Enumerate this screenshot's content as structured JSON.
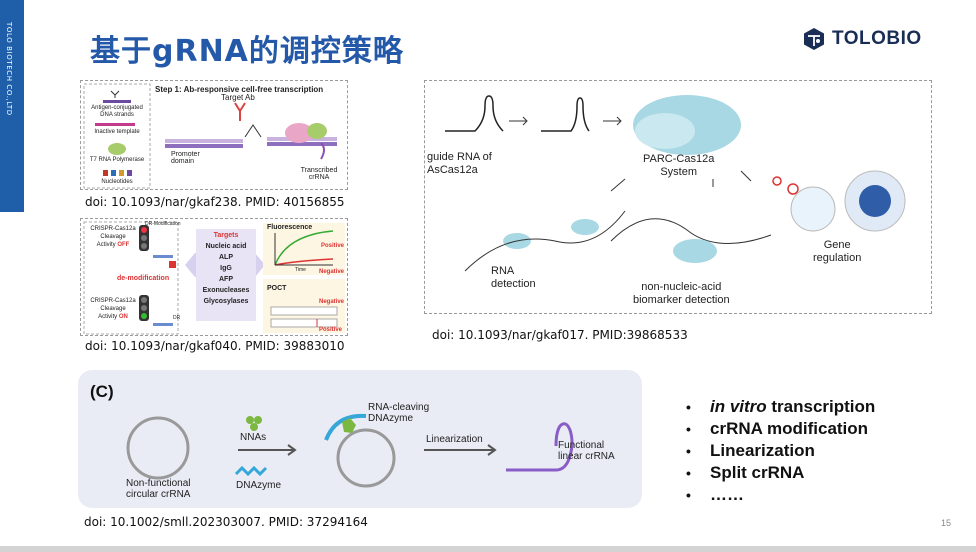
{
  "slide": {
    "sidebar_text": "TOLO BIOTECH CO.,LTD",
    "title": "基于gRNA的调控策略",
    "logo_text": "TOLOBIO",
    "page_number": "15"
  },
  "figures": {
    "fig1": {
      "step_title": "Step 1: Ab-responsive cell-free transcription",
      "legend": [
        "Antigen-conjugated DNA strands",
        "Inactive template",
        "T7 RNA Polymerase",
        "Nucleotides"
      ],
      "labels": {
        "target_ab": "Target Ab",
        "promoter": "Promoter domain",
        "transcribed": "Transcribed crRNA"
      },
      "doi": "doi: 10.1093/nar/gkaf238. PMID: 40156855"
    },
    "fig2": {
      "left_top": [
        "CRISPR-Cas12a",
        "Cleavage",
        "Activity"
      ],
      "off": "OFF",
      "on": "ON",
      "dr_mod": "DR-Modification",
      "dr": "DR",
      "demod": "de-modification",
      "targets_title": "Targets",
      "targets": [
        "Nucleic acid",
        "ALP",
        "IgG",
        "AFP",
        "Exonucleases",
        "Glycosylases"
      ],
      "fluorescence": "Fluorescence",
      "time": "Time",
      "positive": "Positive",
      "negative": "Negative",
      "poct": "POCT",
      "doi": "doi: 10.1093/nar/gkaf040. PMID: 39883010"
    },
    "fig3": {
      "guide": [
        "guide RNA of",
        "AsCas12a"
      ],
      "parc": [
        "PARC-Cas12a",
        "System"
      ],
      "rna_detection": [
        "RNA",
        "detection"
      ],
      "non_nucleic": [
        "non-nucleic-acid",
        "biomarker detection"
      ],
      "gene": [
        "Gene",
        "regulation"
      ],
      "doi": "doi: 10.1093/nar/gkaf017. PMID:39868533"
    },
    "fig4": {
      "panel_label": "(C)",
      "non_functional": [
        "Non-functional",
        "circular crRNA"
      ],
      "nnas": "NNAs",
      "dnazyme": "DNAzyme",
      "rna_cleaving": [
        "RNA-cleaving",
        "DNAzyme"
      ],
      "linearization": "Linearization",
      "functional": [
        "Functional",
        "linear crRNA"
      ],
      "doi": "doi: 10.1002/smll.202303007. PMID: 37294164"
    }
  },
  "bullets": [
    {
      "italic": "in vitro",
      "text": " transcription"
    },
    {
      "italic": "",
      "text": "crRNA modification"
    },
    {
      "italic": "",
      "text": "Linearization"
    },
    {
      "italic": "",
      "text": "Split crRNA"
    },
    {
      "italic": "",
      "text": "……"
    }
  ],
  "colors": {
    "accent": "#2458a8",
    "sidebar": "#1f5ea8",
    "panel_bg": "#e9ecf5"
  }
}
